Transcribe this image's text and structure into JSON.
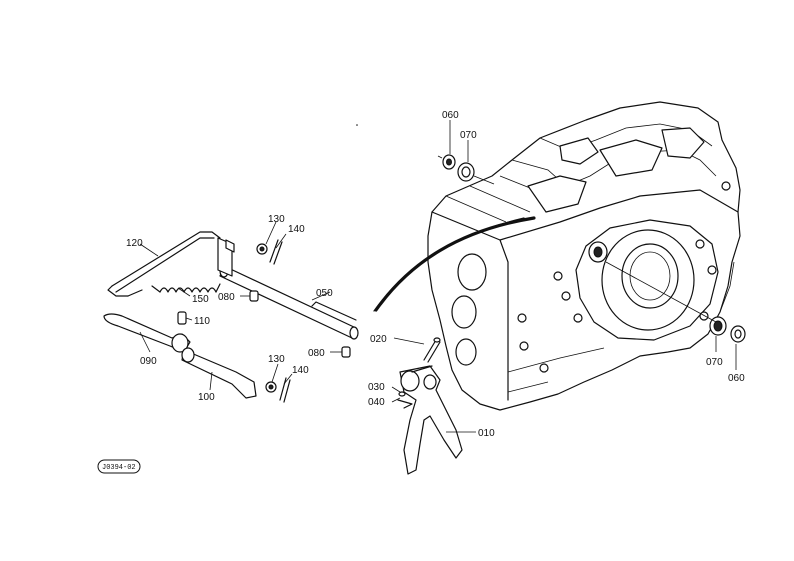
{
  "diagram": {
    "reference_code": "J0394-02",
    "callouts": {
      "c010": "010",
      "c020": "020",
      "c030": "030",
      "c040": "040",
      "c050": "050",
      "c060_top": "060",
      "c070_top": "070",
      "c060_right": "060",
      "c070_right": "070",
      "c080_a": "080",
      "c080_b": "080",
      "c090": "090",
      "c100": "100",
      "c110": "110",
      "c120": "120",
      "c130_a": "130",
      "c130_b": "130",
      "c140_a": "140",
      "c140_b": "140",
      "c150": "150"
    }
  }
}
